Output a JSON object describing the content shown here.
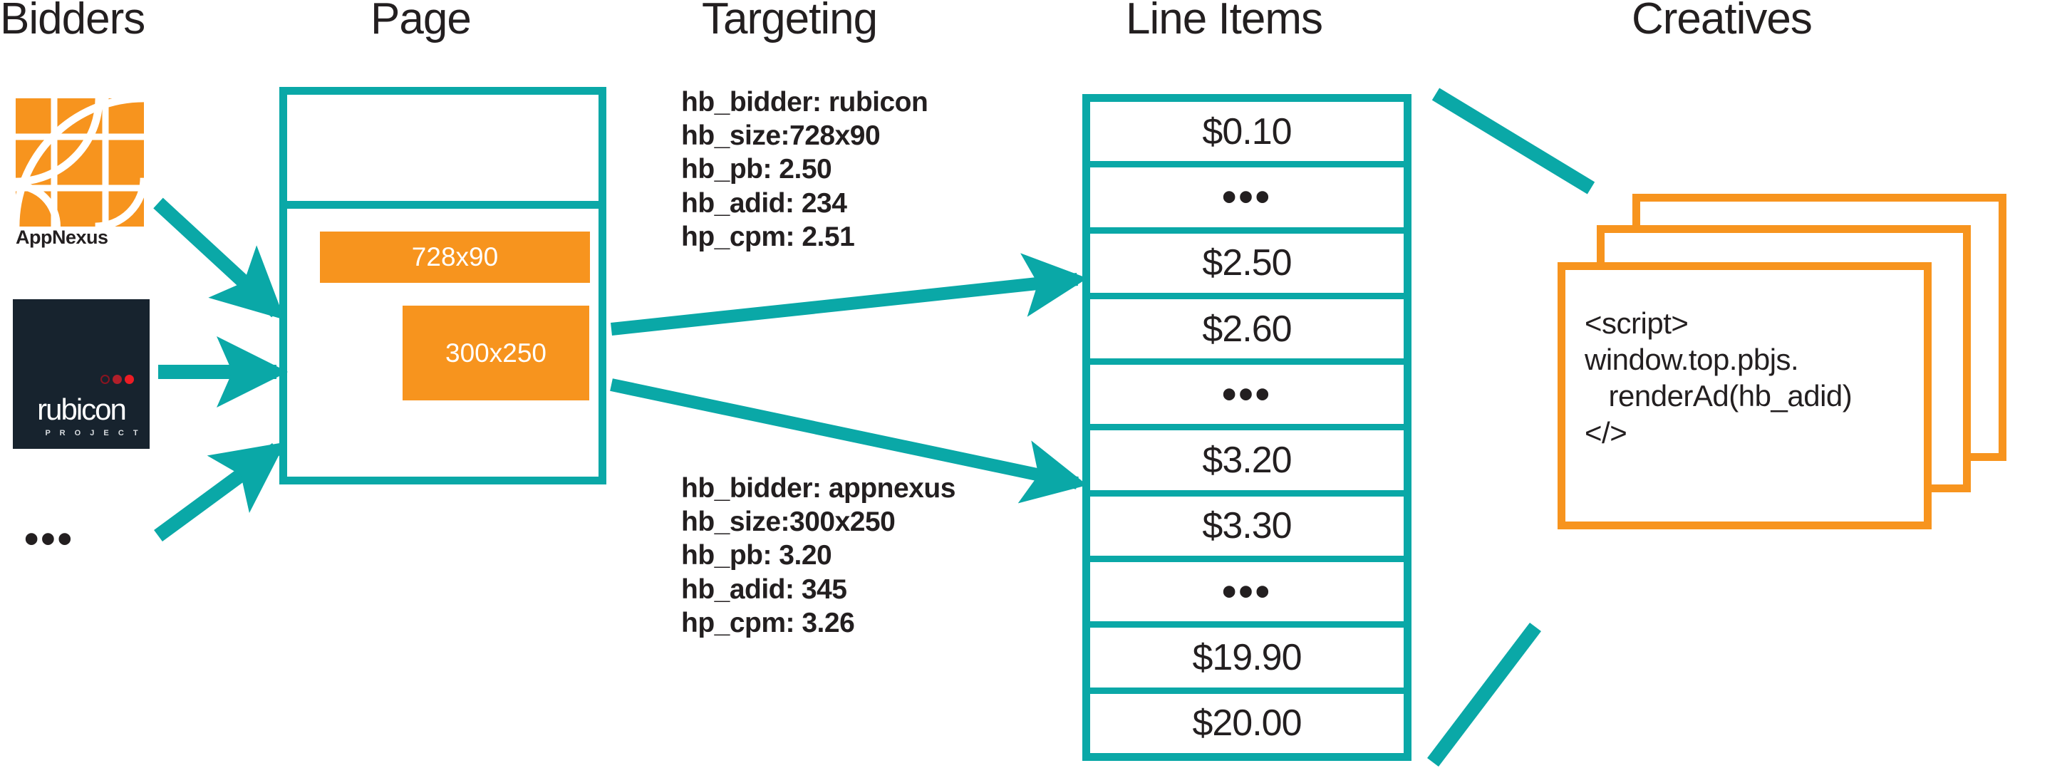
{
  "colors": {
    "teal": "#0aa8a7",
    "orange": "#f7941e",
    "dark": "#231f20",
    "rubicon_bg": "#17232e"
  },
  "columns": [
    {
      "key": "bidders",
      "label": "Bidders"
    },
    {
      "key": "page",
      "label": "Page"
    },
    {
      "key": "targeting",
      "label": "Targeting"
    },
    {
      "key": "lineitems",
      "label": "Line Items"
    },
    {
      "key": "creatives",
      "label": "Creatives"
    }
  ],
  "bidders": {
    "items": [
      {
        "name": "appnexus",
        "label": "AppNexus"
      },
      {
        "name": "rubicon",
        "label": "rubicon",
        "sublabel": "P R O J E C T"
      }
    ],
    "more": "•••"
  },
  "page": {
    "slots": [
      {
        "name": "slot-728x90",
        "label": "728x90"
      },
      {
        "name": "slot-300x250",
        "label": "300x250"
      }
    ]
  },
  "targeting": {
    "blocks": [
      {
        "name": "targeting-rubicon",
        "lines": [
          "hb_bidder: rubicon",
          "hb_size:728x90",
          "hb_pb: 2.50",
          "hb_adid: 234",
          "hp_cpm: 2.51"
        ],
        "text": "hb_bidder: rubicon\nhb_size:728x90\nhb_pb: 2.50\nhb_adid: 234\nhp_cpm: 2.51"
      },
      {
        "name": "targeting-appnexus",
        "lines": [
          "hb_bidder: appnexus",
          "hb_size:300x250",
          "hb_pb: 3.20",
          "hb_adid: 345",
          "hp_cpm: 3.26"
        ],
        "text": "hb_bidder: appnexus\nhb_size:300x250\nhb_pb: 3.20\nhb_adid: 345\nhp_cpm: 3.26"
      }
    ]
  },
  "line_items": {
    "rows": [
      {
        "label": "$0.10",
        "type": "value"
      },
      {
        "label": "•••",
        "type": "ellipsis"
      },
      {
        "label": "$2.50",
        "type": "value"
      },
      {
        "label": "$2.60",
        "type": "value"
      },
      {
        "label": "•••",
        "type": "ellipsis"
      },
      {
        "label": "$3.20",
        "type": "value"
      },
      {
        "label": "$3.30",
        "type": "value"
      },
      {
        "label": "•••",
        "type": "ellipsis"
      },
      {
        "label": "$19.90",
        "type": "value"
      },
      {
        "label": "$20.00",
        "type": "value"
      }
    ]
  },
  "creatives": {
    "card_count": 3,
    "code": "<script>\nwindow.top.pbjs.\n   renderAd(hb_adid)\n</​>"
  }
}
